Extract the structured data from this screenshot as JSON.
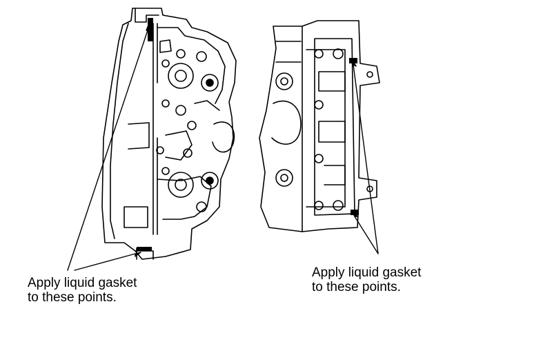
{
  "callouts": {
    "left": {
      "line1": "Apply liquid gasket",
      "line2": "to these points."
    },
    "right": {
      "line1": "Apply liquid gasket",
      "line2": "to these points."
    }
  },
  "colors": {
    "ink": "#000000",
    "paper": "#ffffff"
  }
}
